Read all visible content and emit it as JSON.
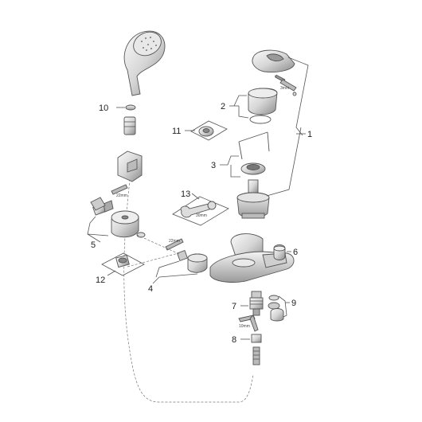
{
  "callouts": {
    "c1": "1",
    "c2": "2",
    "c3": "3",
    "c4": "4",
    "c5": "5",
    "c6": "6",
    "c7": "7",
    "c8": "8",
    "c9": "9",
    "c10": "10",
    "c11": "11",
    "c12": "12",
    "c13": "13"
  },
  "tool_labels": {
    "hex_22_a": "22mm",
    "hex_22_b": "22mm",
    "spanner_30": "30mm",
    "hex_10": "10mm",
    "hex_3": "3mm"
  },
  "colors": {
    "chrome_light": "#f2f2f2",
    "chrome_mid": "#cfcfcf",
    "chrome_dark": "#8a8a8a",
    "line": "#555555"
  }
}
